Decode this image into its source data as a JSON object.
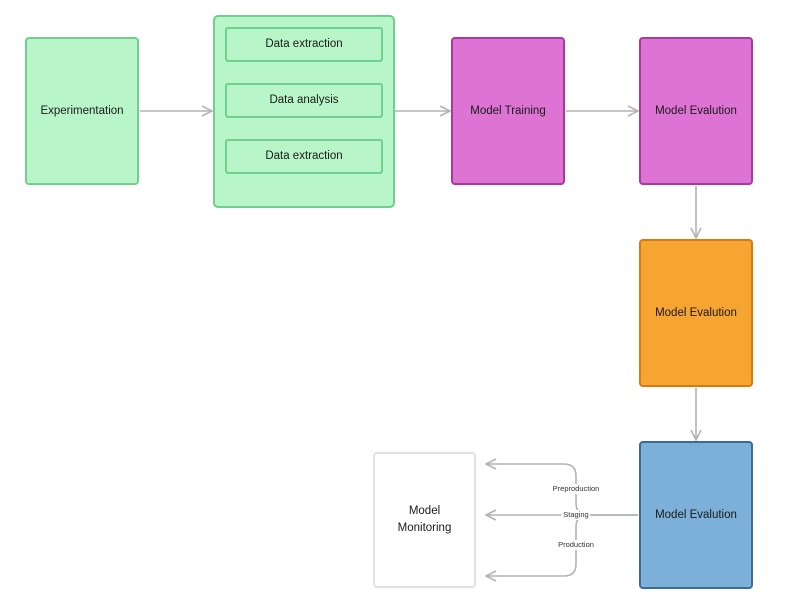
{
  "colors": {
    "green_fill": "#b8f5c8",
    "green_border": "#6fcf8e",
    "magenta_fill": "#dd74d3",
    "magenta_border": "#a8399e",
    "orange_fill": "#f6a432",
    "orange_border": "#d9790e",
    "blue_fill": "#7db0d9",
    "blue_border": "#3c6b95",
    "white_border": "#e2e2e2",
    "arrow": "#b3b3b3"
  },
  "nodes": {
    "experimentation": "Experimentation",
    "data_group": {
      "items": [
        "Data extraction",
        "Data analysis",
        "Data extraction"
      ]
    },
    "model_training": "Model Training",
    "model_evaluation_1": "Model Evalution",
    "model_evaluation_2": "Model Evalution",
    "model_evaluation_3": "Model Evalution",
    "model_monitoring": "Model Monitoring"
  },
  "edges": {
    "preproduction": "Preproduction",
    "staging": "Staging",
    "production": "Production"
  }
}
